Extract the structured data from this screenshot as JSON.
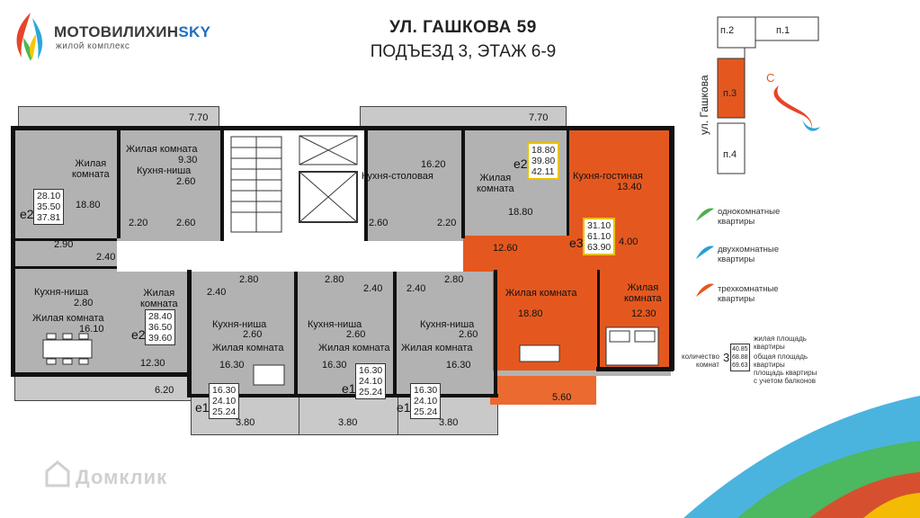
{
  "header": {
    "brand": "МОТОВИЛИХИН",
    "brand_accent": "SKY",
    "brand_sub": "жилой комплекс",
    "title": "УЛ. ГАШКОВА 59",
    "subtitle": "ПОДЪЕЗД 3, ЭТАЖ 6-9"
  },
  "key_plan": {
    "street": "ул. Гашкова",
    "entrances": [
      "п.1",
      "п.2",
      "п.3",
      "п.4"
    ],
    "compass": "С"
  },
  "legend": {
    "items": [
      {
        "color": "#4caf50",
        "text1": "однокомнатные",
        "text2": "квартиры"
      },
      {
        "color": "#2a9fd6",
        "text1": "двухкомнатные",
        "text2": "квартиры"
      },
      {
        "color": "#e4581f",
        "text1": "трехкомнатные",
        "text2": "квартиры"
      }
    ],
    "example": {
      "rooms_label": "количество",
      "rooms_label2": "комнат",
      "rooms": "3",
      "v1": "40.85",
      "v2": "68.88",
      "v3": "69.63",
      "d1a": "жилая площадь",
      "d1b": "квартиры",
      "d2a": "общая площадь",
      "d2b": "квартиры",
      "d3a": "площадь квартиры",
      "d3b": "с учетом балконов"
    }
  },
  "plan": {
    "balconies": [
      "7.70",
      "7.70",
      "6.20",
      "5.60",
      "3.80",
      "3.80",
      "3.80"
    ],
    "rooms": {
      "r1": "Жилая",
      "r1b": "комната",
      "r1v": "18.80",
      "r2": "Жилая комната",
      "r2v": "9.30",
      "r3": "Кухня-ниша",
      "r3v": "2.60",
      "r4": "Кухня-столовая",
      "r4v": "16.20",
      "r5": "Жилая",
      "r5b": "комната",
      "r5v": "18.80",
      "r6": "Кухня-гостиная",
      "r6v": "13.40",
      "r7": "Кухня-ниша",
      "r7v": "2.80",
      "r8": "Жилая комната",
      "r8v": "16.10",
      "r9": "Жилая",
      "r9b": "комната",
      "r9v": "12.30",
      "r10": "Кухня-ниша",
      "r10v": "2.60",
      "r11": "Жилая комната",
      "r11v": "16.30",
      "r12": "Кухня-ниша",
      "r12v": "2.60",
      "r13": "Жилая комната",
      "r13v": "16.30",
      "r14": "Кухня-ниша",
      "r14v": "2.60",
      "r15": "Жилая комната",
      "r15v": "16.30",
      "r16": "Жилая комната",
      "r16v": "18.80",
      "r17": "Жилая",
      "r17b": "комната",
      "r17v": "12.30",
      "c1": "2.20",
      "c2": "2.60",
      "c3": "2.60",
      "c4": "2.20",
      "c5": "2.90",
      "c6": "2.40",
      "c7": "12.60",
      "c8": "4.00",
      "c9": "2.80",
      "c10": "2.40",
      "c11": "2.80",
      "c12": "2.40",
      "c13": "2.80",
      "c14": "2.40",
      "c15": "2.40"
    },
    "apartments": [
      {
        "tag": "е2",
        "v1": "28.10",
        "v2": "35.50",
        "v3": "37.81"
      },
      {
        "tag": "е2",
        "v1": "18.80",
        "v2": "39.80",
        "v3": "42.11"
      },
      {
        "tag": "е3",
        "v1": "31.10",
        "v2": "61.10",
        "v3": "63.90"
      },
      {
        "tag": "е2",
        "v1": "28.40",
        "v2": "36.50",
        "v3": "39.60"
      },
      {
        "tag": "е1",
        "v1": "16.30",
        "v2": "24.10",
        "v3": "25.24"
      },
      {
        "tag": "е1",
        "v1": "16.30",
        "v2": "24.10",
        "v3": "25.24"
      },
      {
        "tag": "е1",
        "v1": "16.30",
        "v2": "24.10",
        "v3": "25.24"
      }
    ]
  },
  "watermark": "Домклик"
}
